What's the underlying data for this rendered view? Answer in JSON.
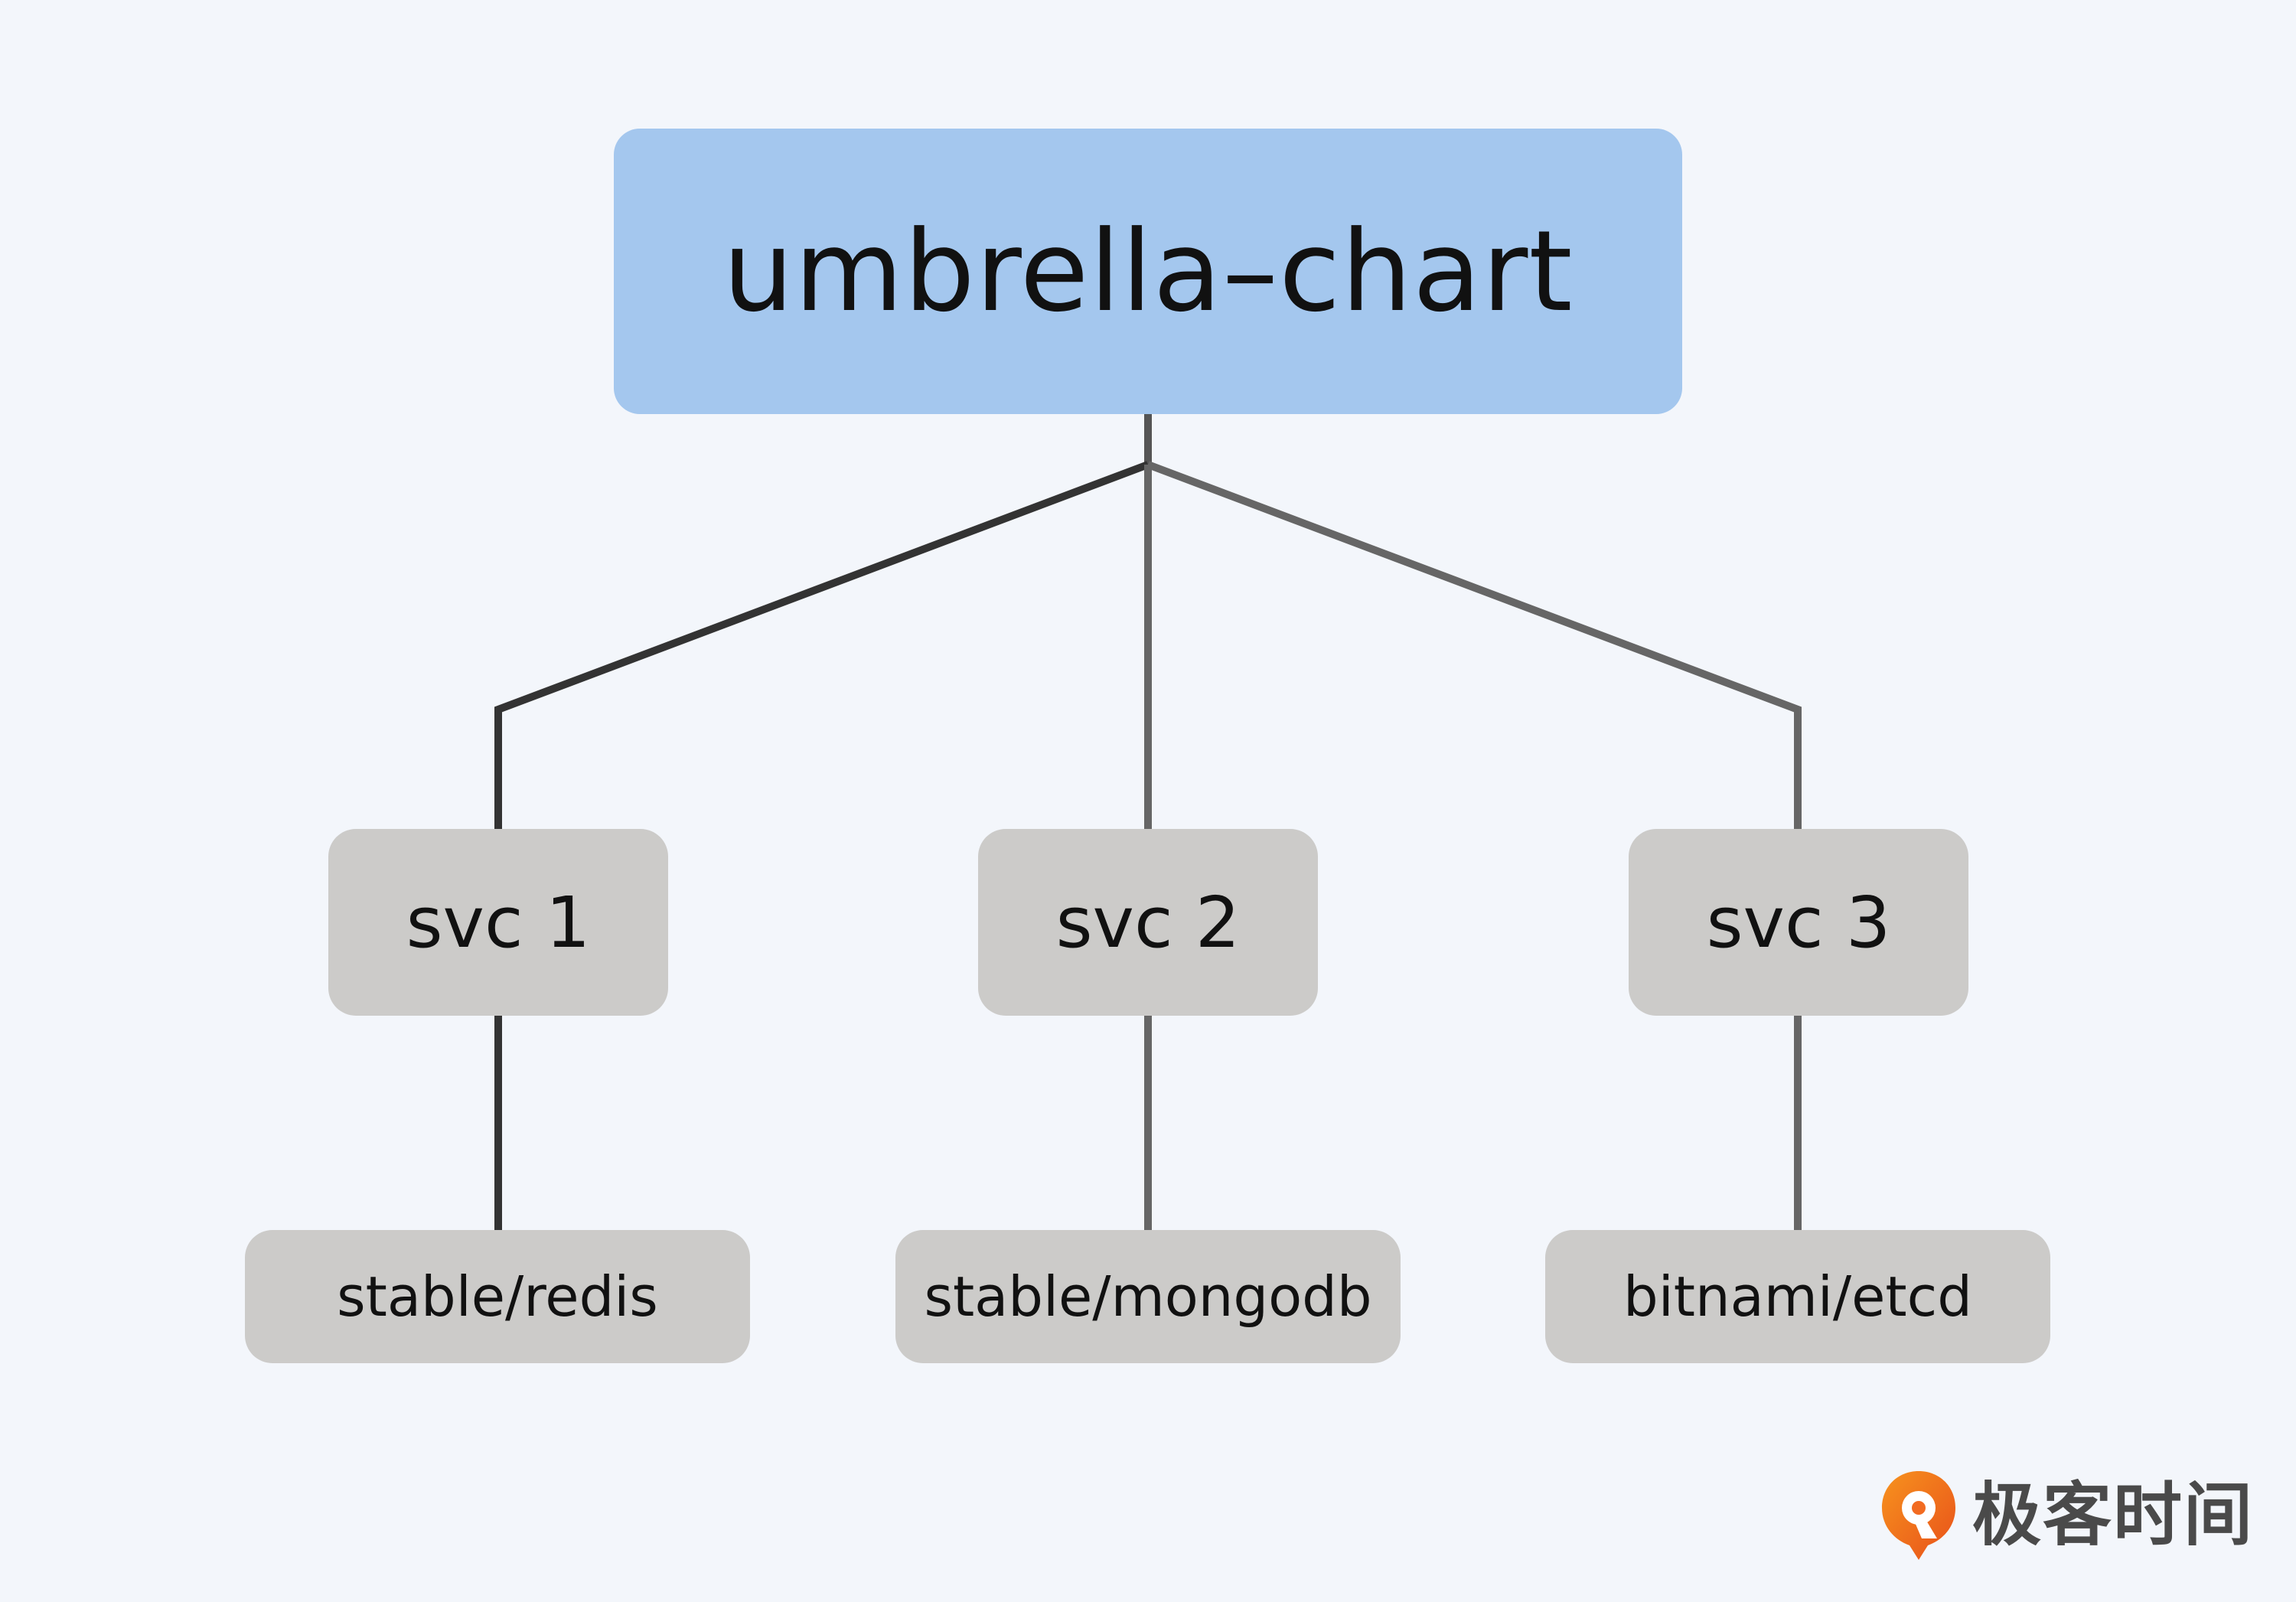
{
  "diagram": {
    "root": {
      "label": "umbrella–chart"
    },
    "services": [
      {
        "label": "svc 1",
        "chart": "stable/redis"
      },
      {
        "label": "svc 2",
        "chart": "stable/mongodb"
      },
      {
        "label": "svc 3",
        "chart": "bitnami/etcd"
      }
    ]
  },
  "watermark": {
    "text": "极客时间",
    "icon": "geektime-logo-icon"
  },
  "colors": {
    "background": "#f3f6fb",
    "root_fill": "#a4c7ee",
    "node_fill": "#cccbc9",
    "line_dark": "#333333",
    "line_gray": "#666666",
    "logo_orange": "#f26b21"
  }
}
